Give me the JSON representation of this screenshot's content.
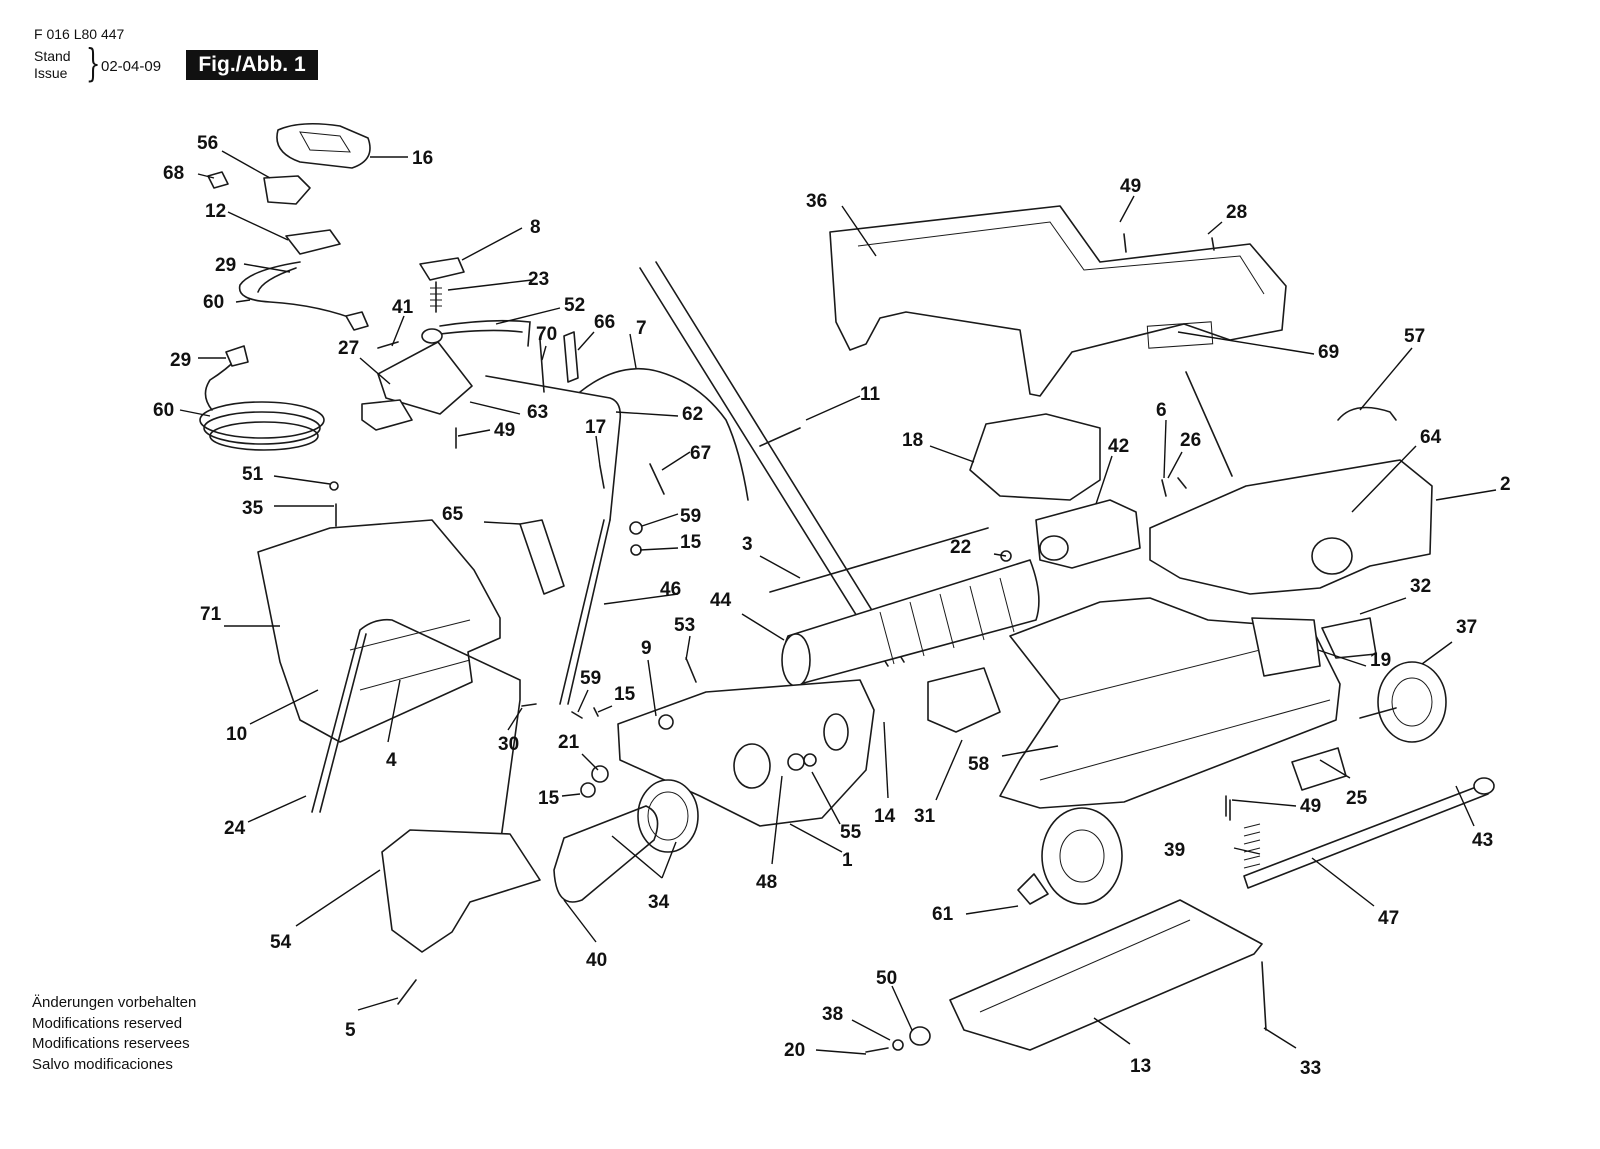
{
  "header": {
    "doc_number": "F 016 L80 447",
    "stand_label": "Stand",
    "issue_label": "Issue",
    "brace": "}",
    "issue_date": "02-04-09",
    "figure_label": "Fig./Abb. 1"
  },
  "footer_notes": [
    "Änderungen vorbehalten",
    "Modifications reserved",
    "Modifications reservees",
    "Salvo modificaciones"
  ],
  "callouts": [
    "56",
    "16",
    "68",
    "12",
    "8",
    "29",
    "23",
    "60",
    "41",
    "52",
    "27",
    "70",
    "66",
    "7",
    "36",
    "49",
    "28",
    "29",
    "60",
    "63",
    "49",
    "62",
    "69",
    "11",
    "57",
    "17",
    "67",
    "18",
    "42",
    "6",
    "26",
    "64",
    "2",
    "51",
    "35",
    "65",
    "59",
    "15",
    "3",
    "22",
    "46",
    "44",
    "53",
    "32",
    "19",
    "37",
    "71",
    "9",
    "59",
    "15",
    "10",
    "4",
    "30",
    "21",
    "15",
    "58",
    "25",
    "49",
    "43",
    "24",
    "14",
    "31",
    "55",
    "1",
    "48",
    "39",
    "34",
    "54",
    "40",
    "61",
    "47",
    "50",
    "38",
    "20",
    "13",
    "33",
    "5"
  ]
}
